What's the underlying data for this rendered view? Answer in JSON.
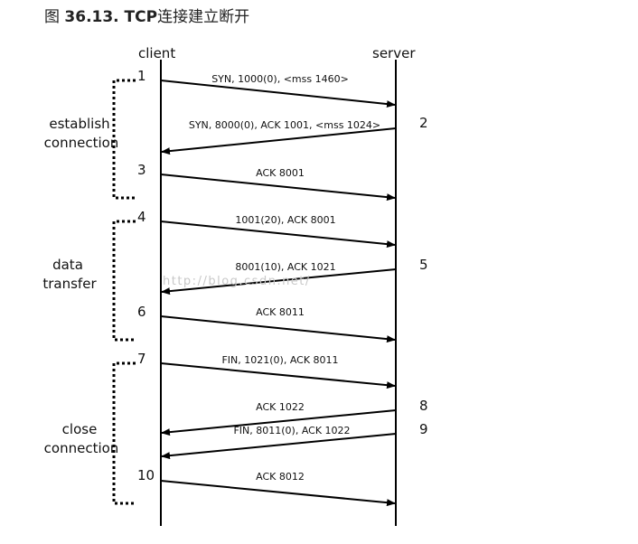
{
  "title": {
    "prefix": "图 ",
    "number": "36.13. TCP",
    "text": "连接建立断开"
  },
  "columns": {
    "client": "client",
    "server": "server"
  },
  "phases": [
    {
      "id": "establish",
      "lines": [
        "establish",
        "connection"
      ]
    },
    {
      "id": "data",
      "lines": [
        "data",
        "transfer"
      ]
    },
    {
      "id": "close",
      "lines": [
        "close",
        "connection"
      ]
    }
  ],
  "messages": [
    {
      "step": "1",
      "label": "SYN, 1000(0), <mss 1460>",
      "from": "client"
    },
    {
      "step": "2",
      "label": "SYN, 8000(0), ACK 1001, <mss 1024>",
      "from": "server"
    },
    {
      "step": "3",
      "label": "ACK 8001",
      "from": "client"
    },
    {
      "step": "4",
      "label": "1001(20), ACK 8001",
      "from": "client"
    },
    {
      "step": "5",
      "label": "8001(10), ACK 1021",
      "from": "server"
    },
    {
      "step": "6",
      "label": "ACK 8011",
      "from": "client"
    },
    {
      "step": "7",
      "label": "FIN, 1021(0), ACK 8011",
      "from": "client"
    },
    {
      "step": "8",
      "label": "ACK 1022",
      "from": "server"
    },
    {
      "step": "9",
      "label": "FIN, 8011(0), ACK 1022",
      "from": "server"
    },
    {
      "step": "10",
      "label": "ACK 8012",
      "from": "client"
    }
  ],
  "watermark": "http://blog.csdn.net/",
  "colors": {
    "line": "#000000",
    "text": "#111111",
    "watermark": "#c8c8c8"
  }
}
